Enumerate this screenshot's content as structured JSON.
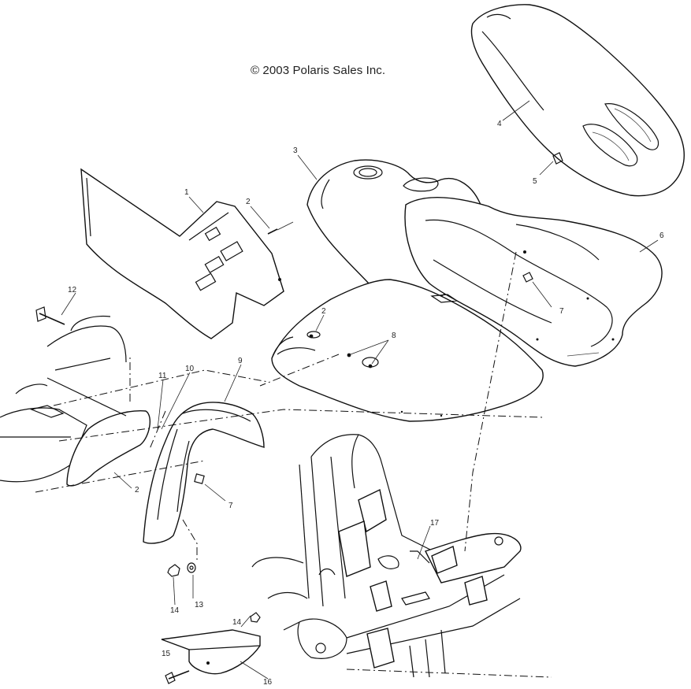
{
  "copyright": "© 2003 Polaris Sales Inc.",
  "callouts": [
    {
      "id": "c1",
      "label": "1"
    },
    {
      "id": "c2a",
      "label": "2"
    },
    {
      "id": "c2b",
      "label": "2"
    },
    {
      "id": "c2c",
      "label": "2"
    },
    {
      "id": "c3",
      "label": "3"
    },
    {
      "id": "c4",
      "label": "4"
    },
    {
      "id": "c5",
      "label": "5"
    },
    {
      "id": "c6",
      "label": "6"
    },
    {
      "id": "c7a",
      "label": "7"
    },
    {
      "id": "c7b",
      "label": "7"
    },
    {
      "id": "c8",
      "label": "8"
    },
    {
      "id": "c9",
      "label": "9"
    },
    {
      "id": "c10",
      "label": "10"
    },
    {
      "id": "c11",
      "label": "11"
    },
    {
      "id": "c12",
      "label": "12"
    },
    {
      "id": "c13",
      "label": "13"
    },
    {
      "id": "c14a",
      "label": "14"
    },
    {
      "id": "c14b",
      "label": "14"
    },
    {
      "id": "c15",
      "label": "15"
    },
    {
      "id": "c16",
      "label": "16"
    },
    {
      "id": "c17",
      "label": "17"
    }
  ]
}
